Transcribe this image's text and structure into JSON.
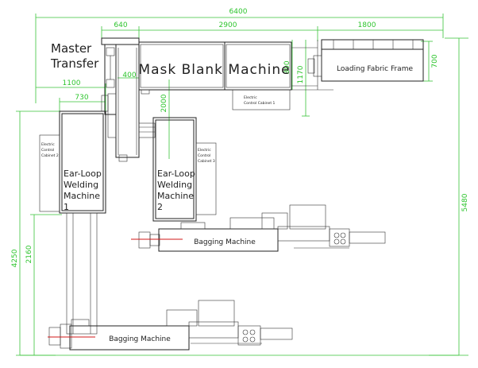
{
  "dimensions": {
    "overall_width": "6400",
    "master_width": "640",
    "mask_width": "2900",
    "loading_width": "1800",
    "loading_height": "700",
    "mask_height": "800",
    "mask_overall_height": "1170",
    "width_1100": "1100",
    "width_730": "730",
    "conveyor_400": "400",
    "conveyor_2000": "2000",
    "overall_height": "5480",
    "left_height": "4250",
    "left_lower": "2160"
  },
  "labels": {
    "master_transfer_line1": "Master",
    "master_transfer_line2": "Transfer",
    "mask_blank_machine": "Mask Blank Machine",
    "loading_fabric_frame": "Loading Fabric Frame",
    "cabinet1_line1": "Electric",
    "cabinet1_line2": "Control Cabinet 1",
    "cabinet2_line1": "Electric",
    "cabinet2_line2": "Control",
    "cabinet2_line3": "Cabinet 2",
    "cabinet3_line1": "Electric",
    "cabinet3_line2": "Control",
    "cabinet3_line3": "Cabinet 3",
    "ear1_line1": "Ear-Loop",
    "ear1_line2": "Welding",
    "ear1_line3": "Machine",
    "ear1_line4": "1",
    "ear2_line1": "Ear-Loop",
    "ear2_line2": "Welding",
    "ear2_line3": "Machine",
    "ear2_line4": "2",
    "bagging_upper": "Bagging Machine",
    "bagging_lower": "Bagging Machine"
  },
  "colors": {
    "dimension": "#2ec52e",
    "drawing": "#222222",
    "accent": "#d01818"
  }
}
